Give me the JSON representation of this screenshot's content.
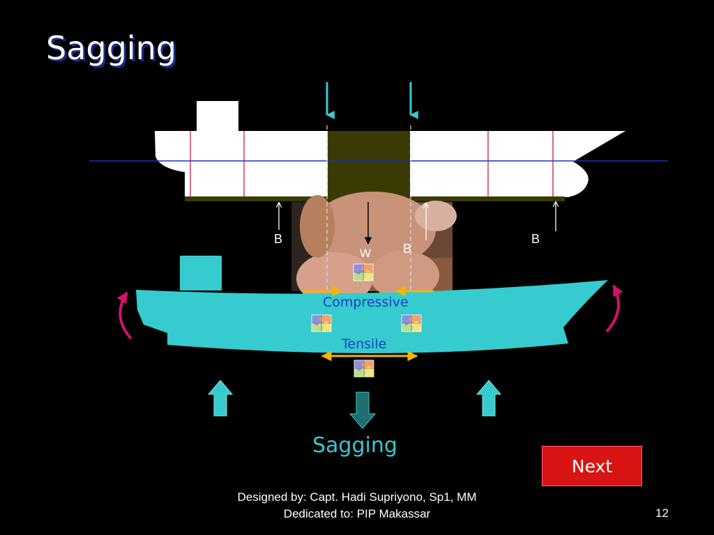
{
  "slide": {
    "title": "Sagging",
    "caption": "Sagging",
    "next_label": "Next",
    "footer_line1": "Designed by: Capt. Hadi Supriyono, Sp1, MM",
    "footer_line2": "Dedicated to: PIP Makassar",
    "page_number": "12"
  },
  "diagram": {
    "buoyancy_labels": [
      "B",
      "B",
      "B"
    ],
    "weight_label": "W",
    "compressive_label": "Compressive",
    "tensile_label": "Tensile",
    "icons": [
      "puzzle-icon",
      "arrow-up-icon",
      "arrow-down-icon",
      "curved-arrow-icon"
    ],
    "colors": {
      "background": "#000000",
      "hull_top": "#ffffff",
      "cargo_block": "#3a3a05",
      "hull_bottom": "#36cbcf",
      "force_arrows": "#36cbcf",
      "bending_arrows": "#d3126b",
      "stress_arrows": "#f2b705",
      "next_button": "#d81414"
    }
  }
}
